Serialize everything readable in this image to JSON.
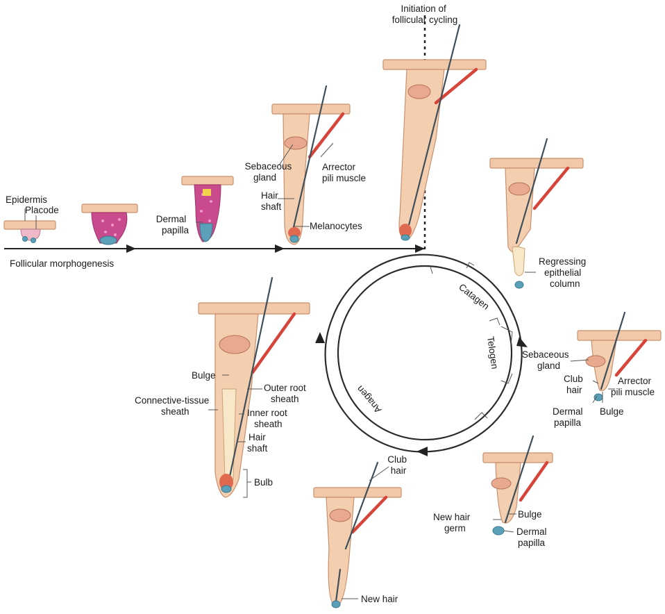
{
  "labels": {
    "initiation": [
      "Initiation of",
      "follicular cycling"
    ],
    "epidermis": "Epidermis",
    "placode": "Placode",
    "dermal_papilla_1": [
      "Dermal",
      "papilla"
    ],
    "follicular_morphogenesis": "Follicular morphogenesis",
    "sebaceous_gland_1": [
      "Sebaceous",
      "gland"
    ],
    "arrector_1": [
      "Arrector",
      "pili muscle"
    ],
    "hair_shaft_1": [
      "Hair",
      "shaft"
    ],
    "melanocytes": "Melanocytes",
    "regressing": [
      "Regressing",
      "epithelial",
      "column"
    ],
    "sebaceous_gland_2": [
      "Sebaceous",
      "gland"
    ],
    "club_hair_1": [
      "Club",
      "hair"
    ],
    "arrector_2": [
      "Arrector",
      "pili muscle"
    ],
    "dermal_papilla_2": [
      "Dermal",
      "papilla"
    ],
    "bulge_1": "Bulge",
    "new_hair_germ": [
      "New hair",
      "germ"
    ],
    "bulge_2": "Bulge",
    "dermal_papilla_3": [
      "Dermal",
      "papilla"
    ],
    "club_hair_2": [
      "Club",
      "hair"
    ],
    "new_hair": "New hair",
    "bulge_3": "Bulge",
    "outer_root_sheath": [
      "Outer root",
      "sheath"
    ],
    "connective_tissue_sheath": [
      "Connective-tissue",
      "sheath"
    ],
    "inner_root_sheath": [
      "Inner root",
      "sheath"
    ],
    "hair_shaft_2": [
      "Hair",
      "shaft"
    ],
    "bulb": "Bulb"
  },
  "cycle_phases": {
    "catagen": "Catagen",
    "telogen": "Telogen",
    "anagen": "Anagen"
  },
  "colors": {
    "skin": "#f2c9a8",
    "arrector_muscle": "#d6443a",
    "dermal_papilla": "#5aa0b8",
    "placode_tissue": "#c94b8d"
  }
}
